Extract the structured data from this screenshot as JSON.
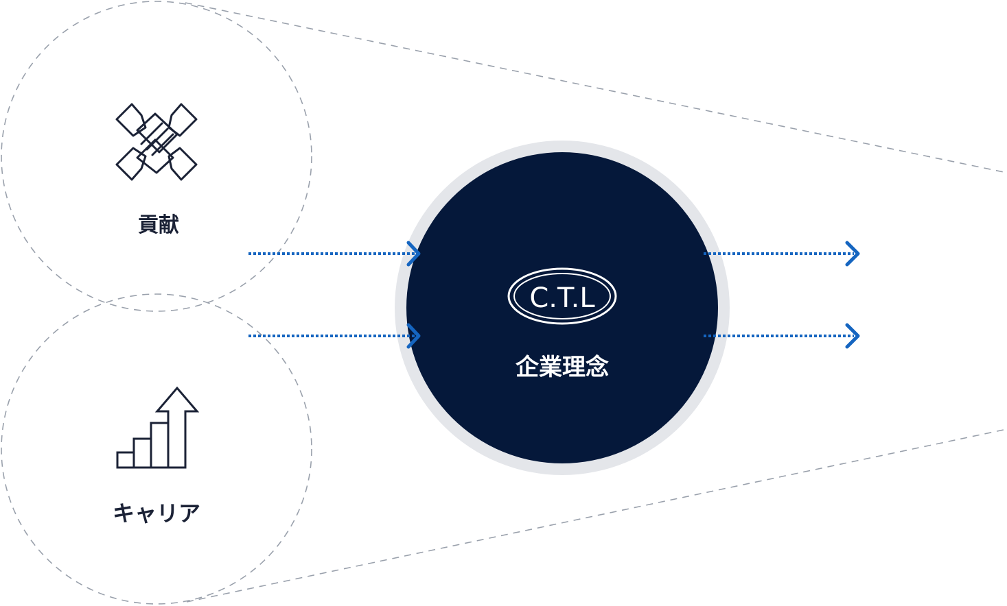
{
  "nodes": {
    "contribution": {
      "label": "貢献",
      "icon": "hands-together-icon"
    },
    "career": {
      "label": "キャリア",
      "icon": "growth-bars-arrow-icon"
    },
    "center": {
      "logo_text": "C.T.L",
      "label": "企業理念"
    }
  },
  "colors": {
    "dark_navy": "#05183a",
    "ring_gray": "#e4e6ea",
    "arrow_blue": "#1565c0",
    "dash_gray": "#9aa1ac",
    "icon_stroke": "#1b2236"
  }
}
